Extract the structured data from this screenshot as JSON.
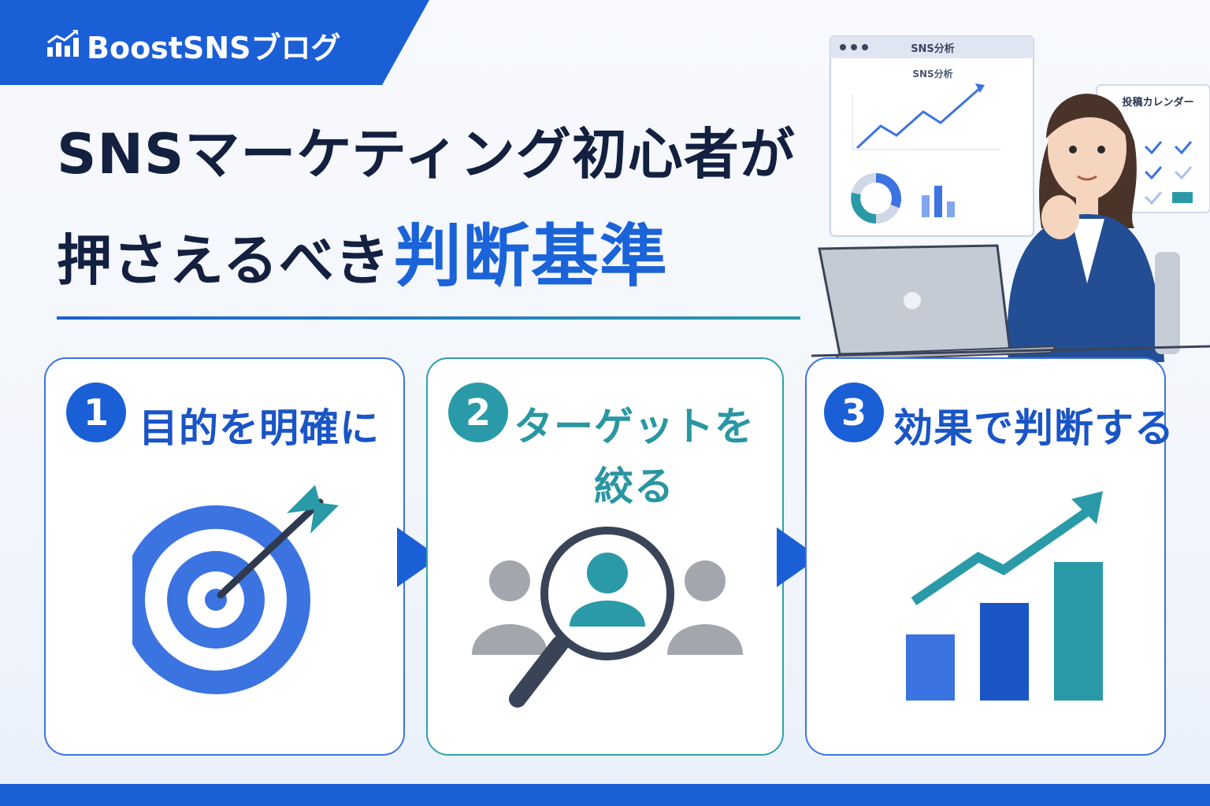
{
  "brand": {
    "name": "BoostSNSブログ",
    "logo_icon": "bar-chart-arrow-icon"
  },
  "title": {
    "line1": "SNSマーケティング初心者が",
    "line2_main": "押さえるべき",
    "line2_accent": "判断基準"
  },
  "illustration": {
    "window_title": "SNS分析",
    "chart_title": "SNS分析",
    "calendar_title": "投稿カレンダー"
  },
  "steps": [
    {
      "number": "1",
      "label": "目的を明確に",
      "icon": "target-arrow-icon"
    },
    {
      "number": "2",
      "label": "ターゲットを絞る",
      "icon": "magnifier-person-icon"
    },
    {
      "number": "3",
      "label": "効果で判断する",
      "icon": "growth-chart-icon"
    }
  ],
  "colors": {
    "primary": "#1a5fd6",
    "teal": "#2a9aa8",
    "dark": "#13203f"
  }
}
